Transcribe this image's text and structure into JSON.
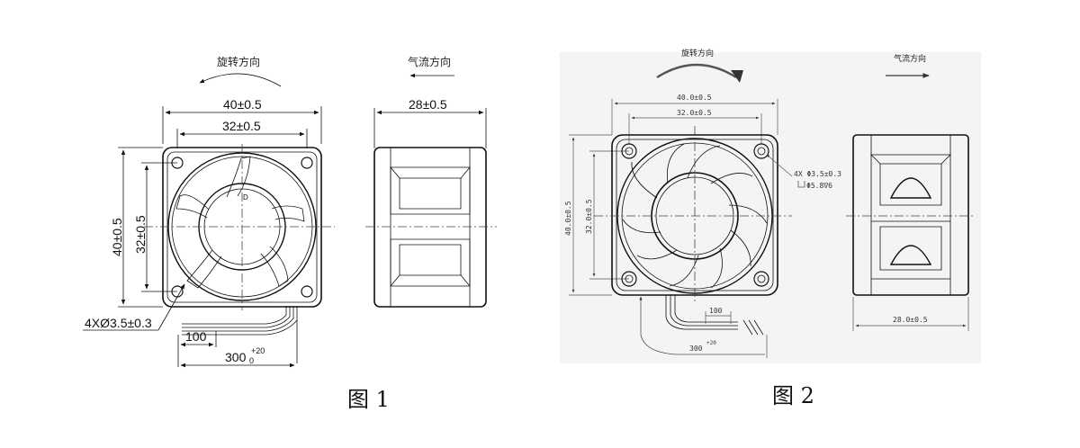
{
  "figure1": {
    "caption": "图 1",
    "rotation_direction": "旋转方向",
    "airflow_direction": "气流方向",
    "dim_outer_width": "40±0.5",
    "dim_hole_spacing_h": "32±0.5",
    "dim_outer_height": "40±0.5",
    "dim_hole_spacing_v": "32±0.5",
    "dim_depth": "28±0.5",
    "dim_holes": "4XØ3.5±0.3",
    "dim_strip": "100",
    "dim_lead_base": "300",
    "dim_lead_tol_upper": "+20",
    "dim_lead_tol_lower": "0"
  },
  "figure2": {
    "caption": "图 2",
    "rotation_direction": "旋转方向",
    "airflow_direction": "气流方向",
    "dim_outer_width": "40.0±0.5",
    "dim_hole_spacing_h": "32.0±0.5",
    "dim_outer_height": "40.0±0.5",
    "dim_hole_spacing_v": "32.0±0.5",
    "dim_depth": "28.0±0.5",
    "dim_holes": "4X Φ3.5±0.3",
    "dim_counterbore": "Φ5.8∇6",
    "dim_strip": "100",
    "dim_lead_base": "300",
    "dim_lead_tol": "+20"
  }
}
